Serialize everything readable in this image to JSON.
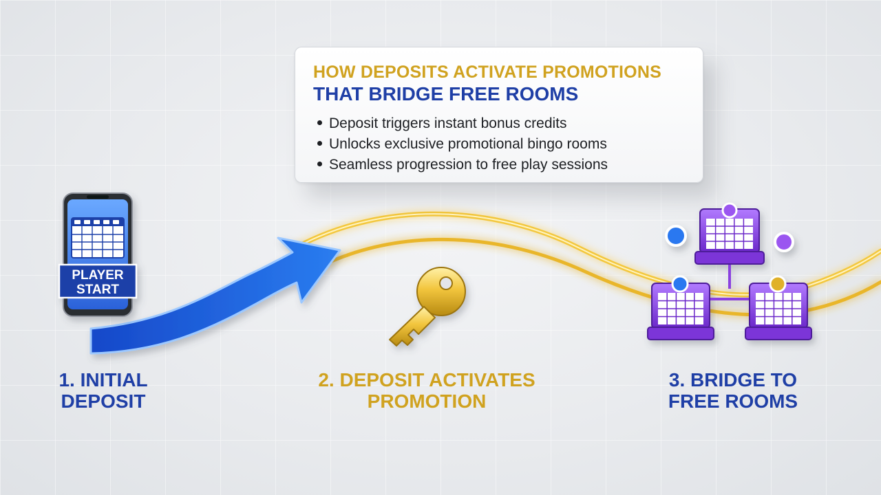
{
  "info_card": {
    "title_line1": "HOW DEPOSITS ACTIVATE PROMOTIONS",
    "title_line2": "THAT BRIDGE FREE ROOMS",
    "bullets": [
      "Deposit triggers instant bonus credits",
      "Unlocks exclusive promotional bingo rooms",
      "Seamless progression to free play sessions"
    ]
  },
  "steps": [
    {
      "line1": "1. INITIAL",
      "line2": "DEPOSIT"
    },
    {
      "line1": "2. DEPOSIT ACTIVATES",
      "line2": "PROMOTION"
    },
    {
      "line1": "3. BRIDGE TO",
      "line2": "FREE ROOMS"
    }
  ],
  "phone": {
    "badge_line1": "PLAYER",
    "badge_line2": "START"
  },
  "colors": {
    "gold": "#d0a21f",
    "navy": "#1f3fa6",
    "blue_arrow": "#1f6fe0",
    "purple": "#8a3fe0"
  },
  "icons": {
    "step2": "key-icon",
    "step3": "bingo-rooms-network-icon"
  }
}
